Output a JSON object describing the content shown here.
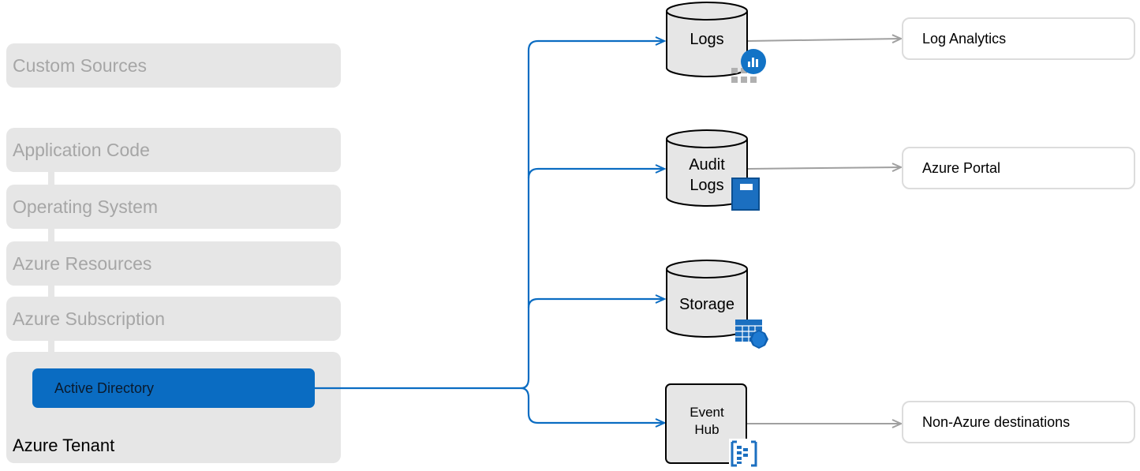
{
  "layers": {
    "custom_sources": "Custom Sources",
    "application_code": "Application Code",
    "operating_system": "Operating System",
    "azure_resources": "Azure Resources",
    "azure_subscription": "Azure Subscription",
    "active_directory": "Active Directory",
    "azure_tenant": "Azure Tenant"
  },
  "sinks": {
    "logs": "Logs",
    "audit_logs_1": "Audit",
    "audit_logs_2": "Logs",
    "storage": "Storage",
    "event_hub_1": "Event",
    "event_hub_2": "Hub"
  },
  "destinations": {
    "log_analytics": "Log Analytics",
    "azure_portal": "Azure Portal",
    "non_azure": "Non-Azure destinations"
  },
  "colors": {
    "blue_line": "#0a6cc2",
    "gray_line": "#a0a0a0",
    "layer_bg": "#e6e6e6",
    "layer_text": "#a6a6a6"
  }
}
